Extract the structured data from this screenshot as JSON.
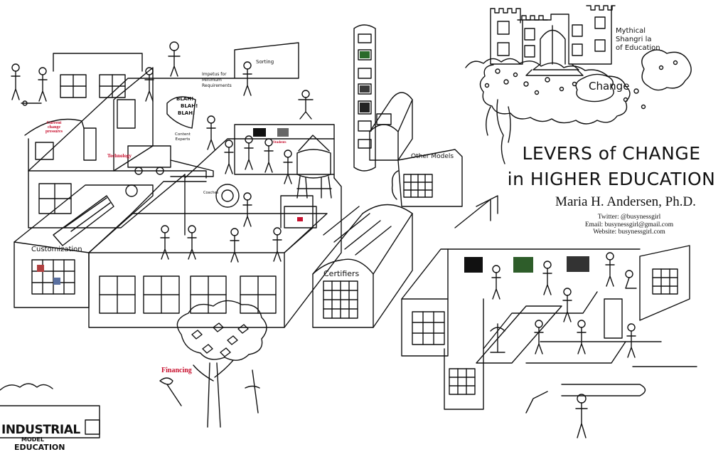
{
  "presentation": {
    "title_line1": "LEVERS of CHANGE",
    "title_line2": "in HIGHER EDUCATION",
    "author": "Maria H. Andersen, Ph.D.",
    "contact": [
      "Twitter: @busynessgirl",
      "Email: busynessgirl@gmail.com",
      "Website: busynessgirl.com"
    ]
  },
  "castle": {
    "caption": [
      "Mythical",
      "Shangri la",
      "of Education"
    ],
    "cloud_label": "Change"
  },
  "labels": {
    "current_change_pressures": [
      "Current",
      "change",
      "pressures"
    ],
    "technology": "Technology",
    "financing": "Financing",
    "students": "Students",
    "customization": "Customization",
    "certifiers": "Certifiers",
    "other_models": "Other Models",
    "sorting": "Sorting",
    "impetus": [
      "Impetus for",
      "Minimum",
      "Requirements"
    ],
    "blah": [
      "BLAH!",
      "BLAH!",
      "BLAH!"
    ],
    "content_experts": [
      "Content",
      "Experts"
    ],
    "coaches": "Coaches",
    "industrial": "INDUSTRIAL",
    "model": "MODEL",
    "education": "EDUCATION"
  },
  "colors": {
    "ink": "#111111",
    "accent_red": "#c8102e",
    "paper": "#ffffff"
  }
}
